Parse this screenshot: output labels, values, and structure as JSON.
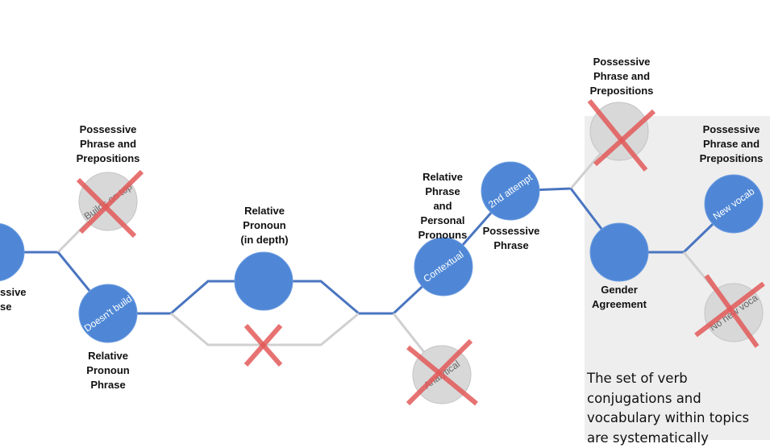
{
  "diagram": {
    "colors": {
      "path": "#4a75c0",
      "path_faded": "#d0d0d0",
      "node": "#4f87d6",
      "node_faded": "#d8d8d8",
      "cross": "#e35a5a",
      "panel": "#eeeeee"
    },
    "nodes": {
      "left_partial": {
        "text": ""
      },
      "builds_on_top": {
        "text": "Builds on top"
      },
      "doesnt_build": {
        "text": "Doesn't build"
      },
      "relative_in_depth": {
        "text": ""
      },
      "contextual": {
        "text": "Contextual"
      },
      "analytical": {
        "text": "Analytical"
      },
      "second_attempt": {
        "text": "2nd attempt"
      },
      "top_crossed": {
        "text": ""
      },
      "gender": {
        "text": ""
      },
      "new_vocab": {
        "text": "New vocab"
      },
      "no_new_vocab": {
        "text": "No new voca"
      }
    },
    "labels": {
      "left_partial": "ssive\nse",
      "possessive_top_left": "Possessive\nPhrase and\nPrepositions",
      "relative_pronoun_phrase": "Relative\nPronoun\nPhrase",
      "relative_pronoun_in_depth": "Relative\nPronoun\n(in depth)",
      "relative_personal": "Relative\nPhrase\nand\nPersonal\nPronouns",
      "possessive_phrase": "Possessive\nPhrase",
      "possessive_top_mid": "Possessive\nPhrase and\nPrepositions",
      "possessive_top_right": "Possessive\nPhrase and\nPrepositions",
      "gender_agreement": "Gender\nAgreement"
    },
    "note": "The set of verb\nconjugations and\nvocabulary within topics\nare systematically"
  }
}
